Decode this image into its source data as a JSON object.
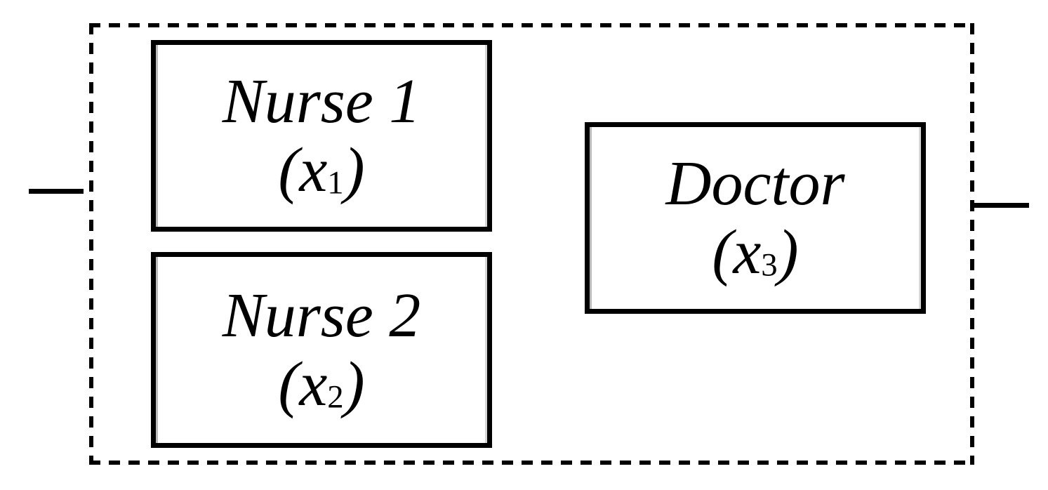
{
  "colors": {
    "ink": "#000000",
    "background": "#ffffff"
  },
  "diagram": {
    "boundary_style": "dashed",
    "blocks": [
      {
        "name": "nurse-1",
        "title": "Nurse 1",
        "paren_open": "(",
        "variable": "x",
        "subscript": "1",
        "paren_close": ")"
      },
      {
        "name": "nurse-2",
        "title": "Nurse 2",
        "paren_open": "(",
        "variable": "x",
        "subscript": "2",
        "paren_close": ")"
      },
      {
        "name": "doctor",
        "title": "Doctor",
        "paren_open": "(",
        "variable": "x",
        "subscript": "3",
        "paren_close": ")"
      }
    ]
  }
}
